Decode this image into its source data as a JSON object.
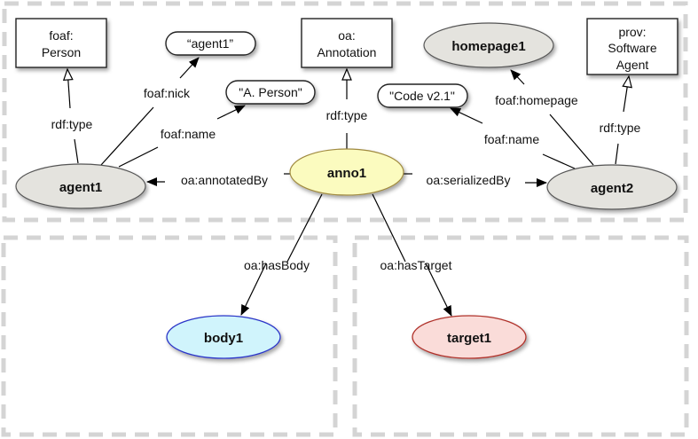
{
  "diagram": {
    "nodes": {
      "anno1": {
        "label": "anno1",
        "fill": "#fbfbbf",
        "stroke": "#a08a40"
      },
      "agent1": {
        "label": "agent1",
        "fill": "#e4e3de",
        "stroke": "#555555"
      },
      "agent2": {
        "label": "agent2",
        "fill": "#e4e3de",
        "stroke": "#555555"
      },
      "homepage1": {
        "label": "homepage1",
        "fill": "#e4e3de",
        "stroke": "#555555"
      },
      "body1": {
        "label": "body1",
        "fill": "#d0f4fc",
        "stroke": "#2c35c8"
      },
      "target1": {
        "label": "target1",
        "fill": "#fadcd9",
        "stroke": "#b0302a"
      }
    },
    "classes": {
      "foaf_person": {
        "line1": "foaf:",
        "line2": "Person"
      },
      "oa_annotation": {
        "line1": "oa:",
        "line2": "Annotation"
      },
      "prov_software_agent": {
        "line1": "prov:",
        "line2": "Software",
        "line3": "Agent"
      }
    },
    "literals": {
      "agent1_nick": "“agent1”",
      "agent1_name": "\"A. Person\"",
      "agent2_name": "\"Code v2.1\""
    },
    "edges": {
      "agent1_type": "rdf:type",
      "agent1_nick": "foaf:nick",
      "agent1_name": "foaf:name",
      "anno_type": "rdf:type",
      "annotated_by": "oa:annotatedBy",
      "serialized_by": "oa:serializedBy",
      "agent2_name": "foaf:name",
      "agent2_homepage": "foaf:homepage",
      "agent2_type": "rdf:type",
      "has_body": "oa:hasBody",
      "has_target": "oa:hasTarget"
    }
  }
}
